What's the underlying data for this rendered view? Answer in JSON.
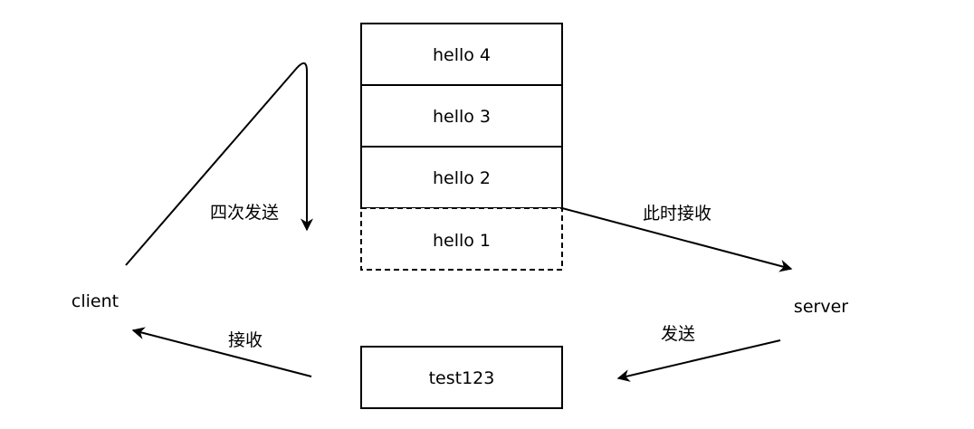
{
  "stack": {
    "items": [
      {
        "label": "hello 4",
        "style": "solid"
      },
      {
        "label": "hello 3",
        "style": "solid"
      },
      {
        "label": "hello 2",
        "style": "solid"
      },
      {
        "label": "hello 1",
        "style": "dashed"
      }
    ]
  },
  "reply_box": {
    "label": "test123"
  },
  "nodes": {
    "client": "client",
    "server": "server"
  },
  "edges": {
    "client_send": "四次发送",
    "server_receive": "此时接收",
    "server_send": "发送",
    "client_receive": "接收"
  },
  "colors": {
    "stroke": "#000000",
    "background": "#ffffff"
  }
}
